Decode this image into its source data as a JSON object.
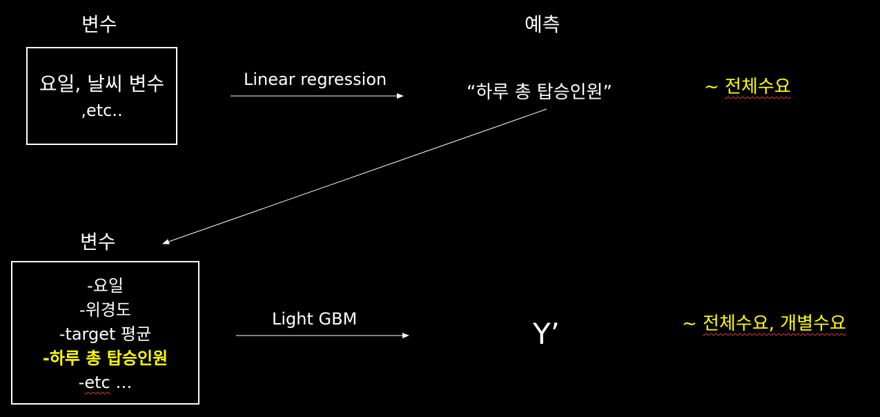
{
  "top": {
    "vars_heading": "변수",
    "predict_heading": "예측",
    "box_line1": "요일, 날씨 변수",
    "box_line2": ",etc..",
    "arrow_label": "Linear regression",
    "prediction": "“하루 총 탑승인원”",
    "note_prefix": "~ ",
    "note_text": "전체수요"
  },
  "bottom": {
    "vars_heading": "변수",
    "items": [
      "-요일",
      "-위경도",
      "-target 평균",
      "-하루 총 탑승인원"
    ],
    "last_prefix": "-",
    "last_word": "etc",
    "last_suffix": " …",
    "arrow_label": "Light GBM",
    "output": "Y’",
    "note_prefix": "~ ",
    "note_text": "전체수요, 개별수요"
  },
  "colors": {
    "background": "#000000",
    "text": "#ffffff",
    "highlight": "#ffff00",
    "spellcheck": "#e0403a"
  }
}
